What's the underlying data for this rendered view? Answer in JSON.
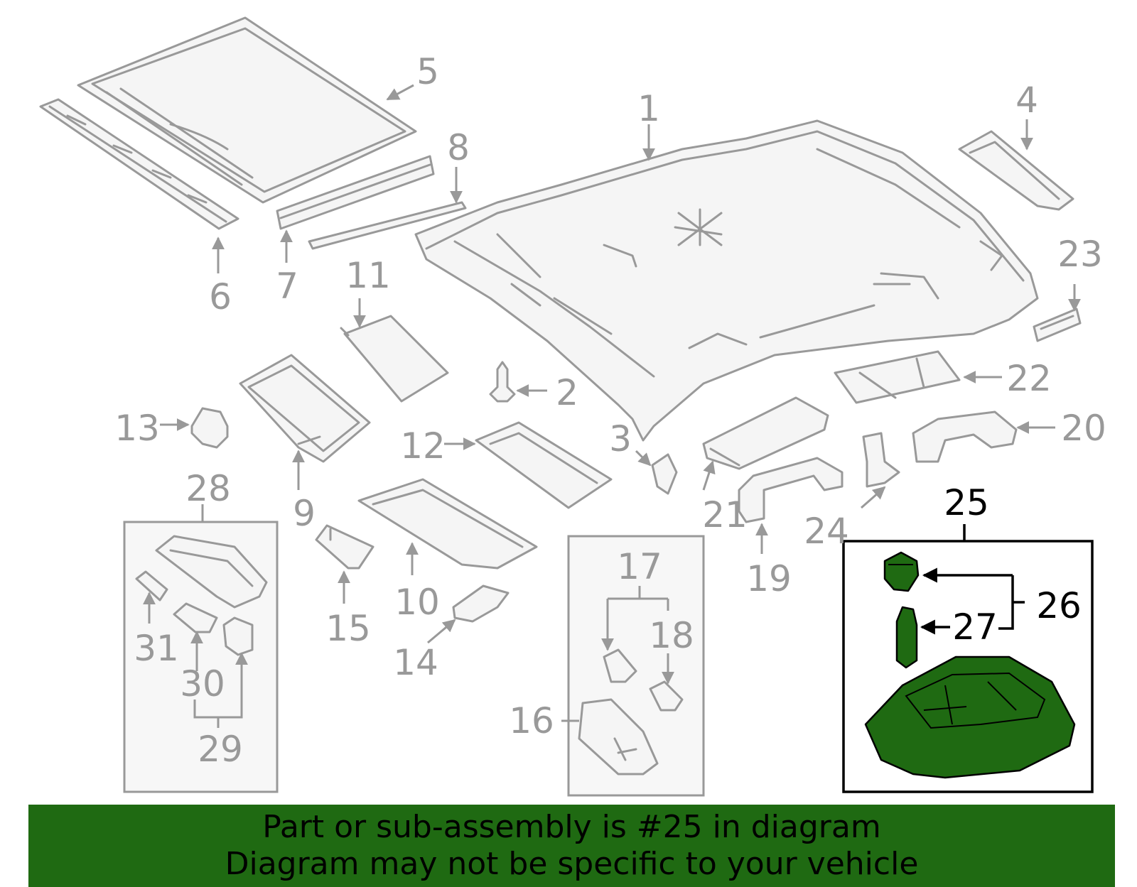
{
  "callouts": {
    "c1": "1",
    "c2": "2",
    "c3": "3",
    "c4": "4",
    "c5": "5",
    "c6": "6",
    "c7": "7",
    "c8": "8",
    "c9": "9",
    "c10": "10",
    "c11": "11",
    "c12": "12",
    "c13": "13",
    "c14": "14",
    "c15": "15",
    "c16": "16",
    "c17": "17",
    "c18": "18",
    "c19": "19",
    "c20": "20",
    "c21": "21",
    "c22": "22",
    "c23": "23",
    "c24": "24",
    "c25": "25",
    "c26": "26",
    "c27": "27",
    "c28": "28",
    "c29": "29",
    "c30": "30",
    "c31": "31"
  },
  "highlighted_part": "25",
  "colors": {
    "highlight": "#1f6a12",
    "line_art": "#999999",
    "highlight_outline": "#000000"
  },
  "banner": {
    "line1": "Part or sub-assembly is #25 in diagram",
    "line2": "Diagram may not be specific to your vehicle"
  }
}
